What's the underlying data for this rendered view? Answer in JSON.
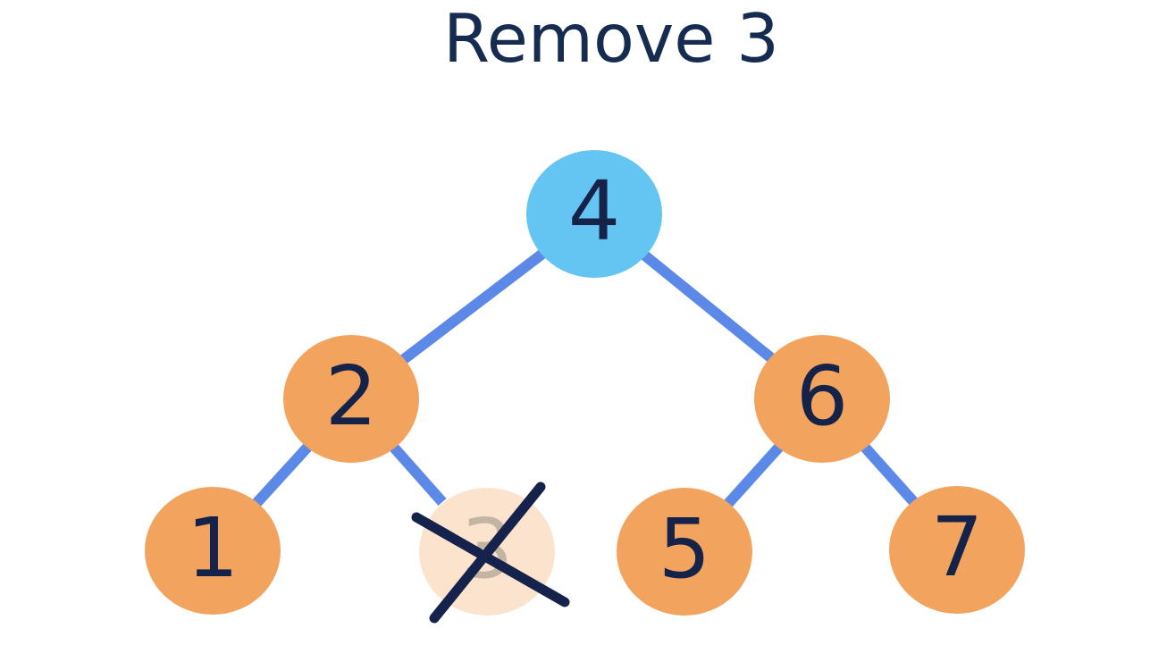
{
  "title": "Remove 3",
  "colors": {
    "background": "#FFFFFF",
    "title_text": "#152B50",
    "node_text": "#152349",
    "root_node_fill": "#64C5F2",
    "node_fill": "#F2A45F",
    "removed_node_fill": "#FBE3CD",
    "removed_node_text": "#C3B5A3",
    "edge": "#5C88E8",
    "x_mark": "#14224C"
  },
  "tree": {
    "type": "binary-search-tree",
    "removed_value": "3",
    "nodes": [
      {
        "value": "4",
        "state": "highlighted-root"
      },
      {
        "value": "2",
        "state": "normal"
      },
      {
        "value": "6",
        "state": "normal"
      },
      {
        "value": "1",
        "state": "normal"
      },
      {
        "value": "3",
        "state": "removed"
      },
      {
        "value": "5",
        "state": "normal"
      },
      {
        "value": "7",
        "state": "normal"
      }
    ],
    "edges": [
      {
        "from": "4",
        "to": "2"
      },
      {
        "from": "4",
        "to": "6"
      },
      {
        "from": "2",
        "to": "1"
      },
      {
        "from": "2",
        "to": "3"
      },
      {
        "from": "6",
        "to": "5"
      },
      {
        "from": "6",
        "to": "7"
      }
    ]
  }
}
